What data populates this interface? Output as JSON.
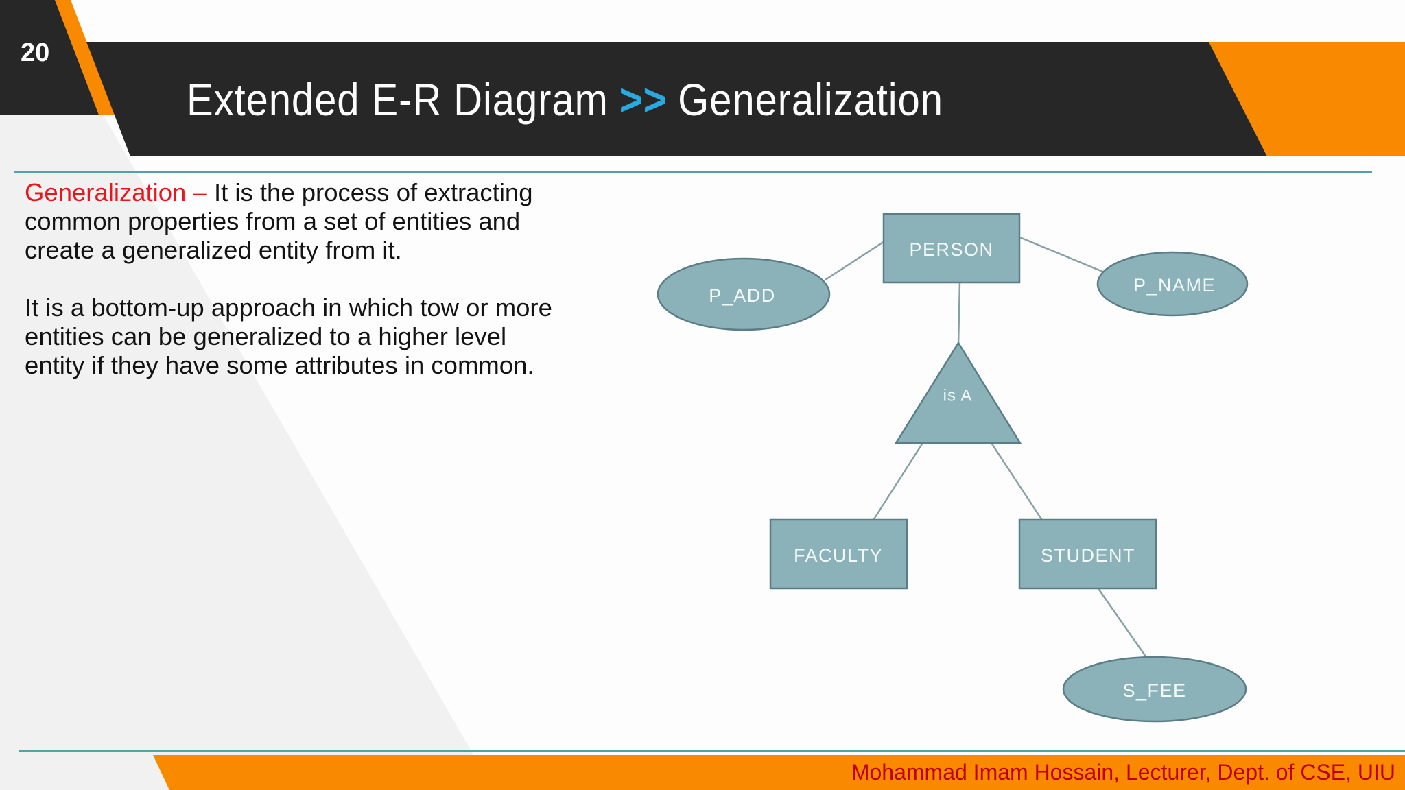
{
  "slide": {
    "number": "20",
    "title_left": "Extended E-R Diagram",
    "title_separator": ">>",
    "title_right": "Generalization",
    "footer": "Mohammad Imam Hossain, Lecturer, Dept. of CSE, UIU"
  },
  "body": {
    "para1_lead": "Generalization –",
    "para1_rest": " It is the process of extracting\ncommon properties from a set of entities and\ncreate a generalized entity from it.",
    "para2": "It is a bottom-up approach in which tow or more\nentities can be generalized to a higher level\nentity if they have some attributes in common."
  },
  "diagram": {
    "nodes": {
      "person": {
        "type": "entity",
        "label": "PERSON"
      },
      "p_add": {
        "type": "attribute",
        "label": "P_ADD"
      },
      "p_name": {
        "type": "attribute",
        "label": "P_NAME"
      },
      "is_a": {
        "type": "relationship",
        "label": "is A"
      },
      "faculty": {
        "type": "entity",
        "label": "FACULTY"
      },
      "student": {
        "type": "entity",
        "label": "STUDENT"
      },
      "s_fee": {
        "type": "attribute",
        "label": "S_FEE"
      }
    },
    "edges": [
      "PERSON-P_ADD",
      "PERSON-P_NAME",
      "PERSON-is A",
      "is A-FACULTY",
      "is A-STUDENT",
      "STUDENT-S_FEE"
    ]
  },
  "colors": {
    "accent_orange": "#f98a00",
    "header_dark": "#272727",
    "divider_teal": "#55a1a8",
    "node_fill": "#8bb2b9",
    "node_border": "#5b7e86",
    "heading_red": "#ea161d",
    "separator_blue": "#2aa9e0",
    "footer_red": "#c00000",
    "wedge_gray": "#f1f1f2"
  }
}
